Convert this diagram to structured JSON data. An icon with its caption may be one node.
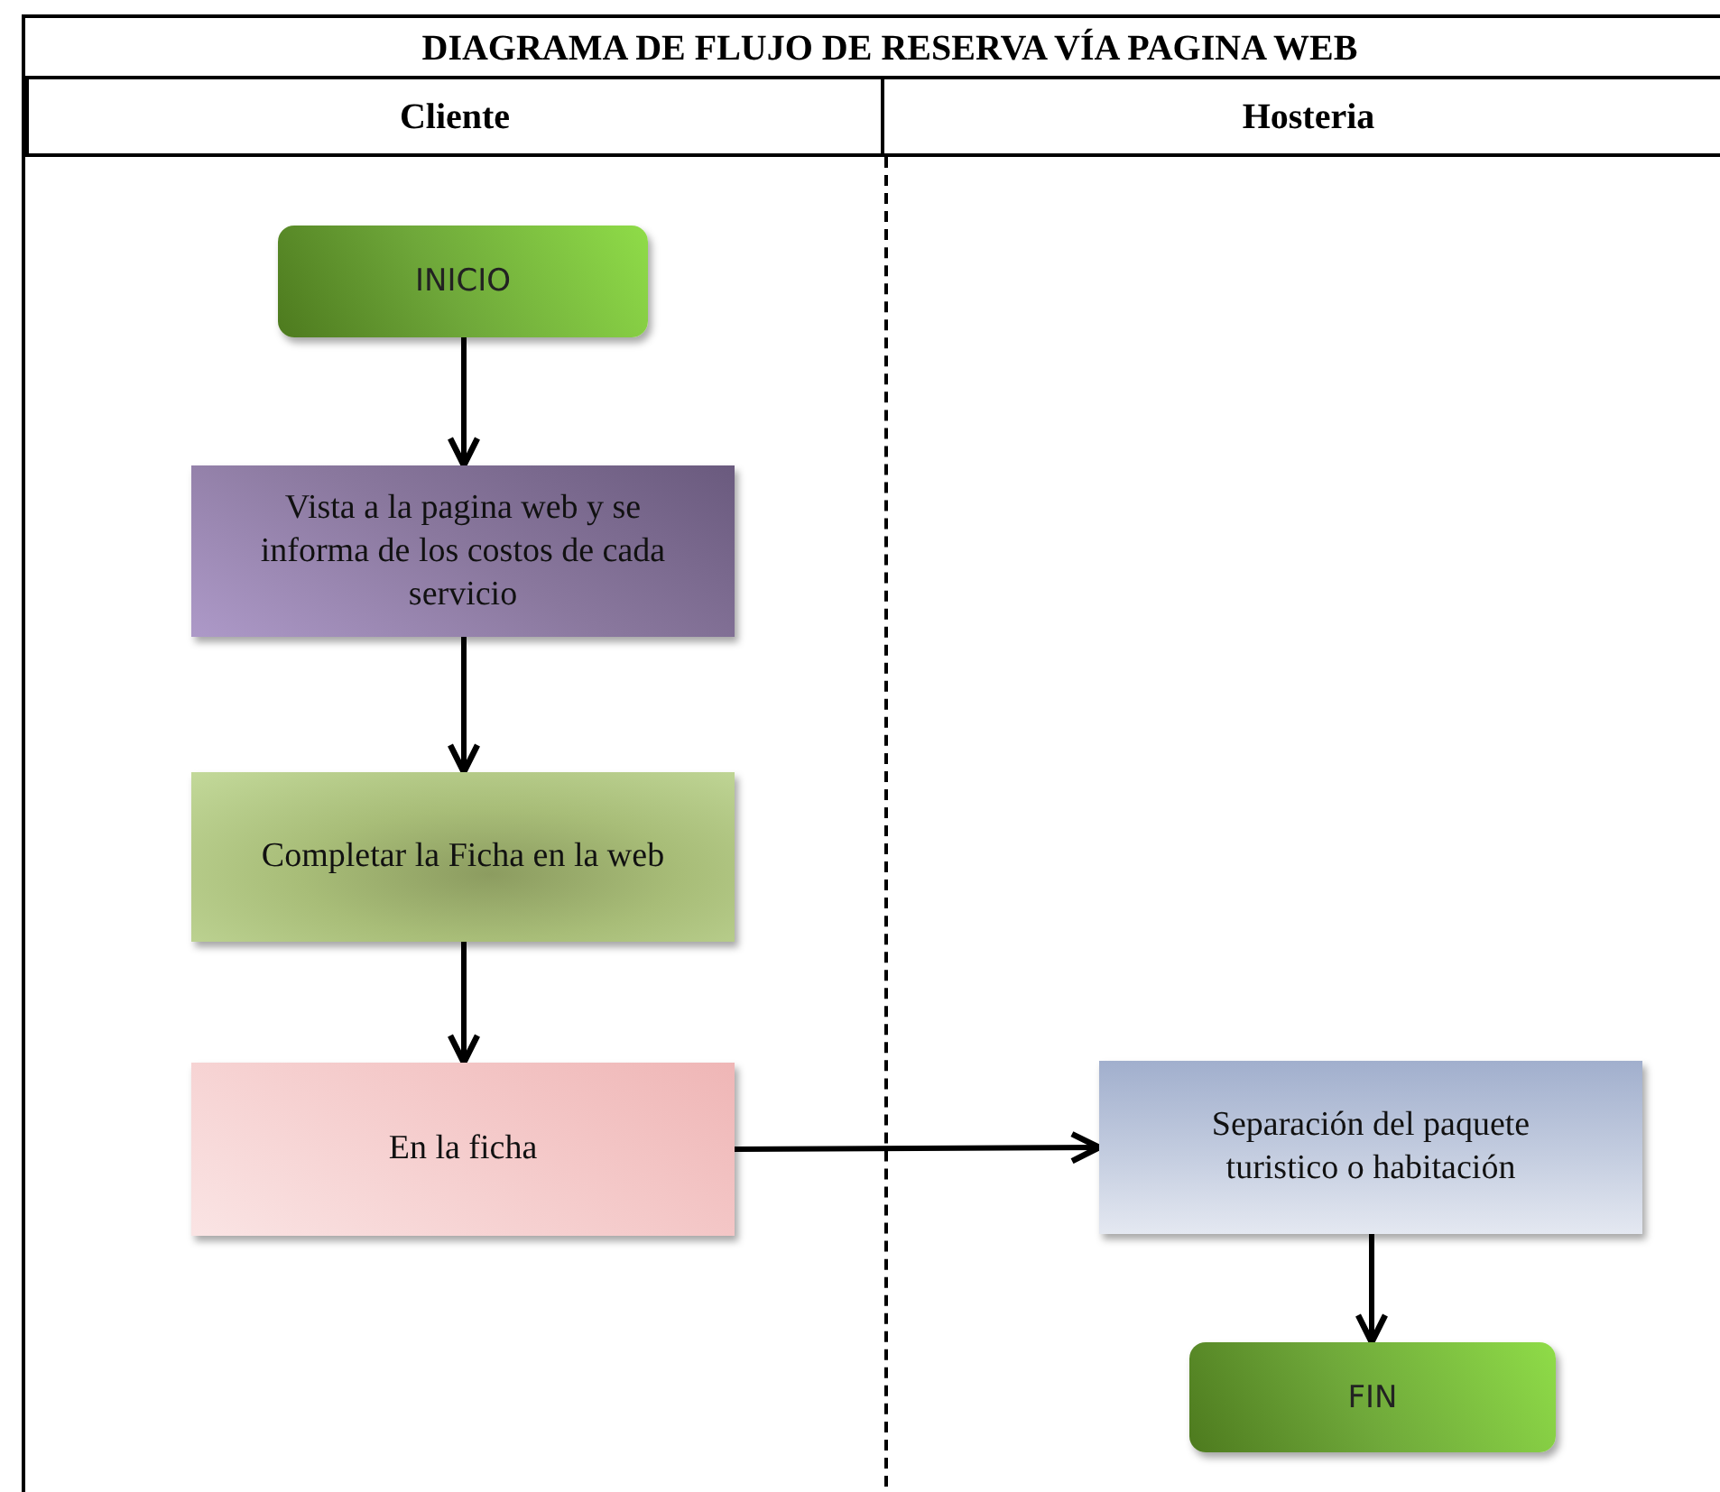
{
  "diagram": {
    "title": "DIAGRAMA DE FLUJO DE RESERVA VÍA PAGINA WEB",
    "nodes": [
      {
        "text": [
          "Cliente"
        ]
      },
      {
        "text": [
          "Hosteria"
        ]
      },
      {
        "text": [
          "INICIO"
        ],
        "in": 0
      },
      {
        "text": [
          "Vista a la pagina web y se informa de los costos de cada servicio"
        ],
        "in": 0
      },
      {
        "text": [
          "Completar la Ficha en la web"
        ],
        "in": 0
      },
      {
        "text": [
          "En la ficha"
        ],
        "in": 0
      },
      {
        "text": [
          "Separación del paquete turistico o habitación"
        ],
        "in": 1
      },
      {
        "text": [
          "FIN"
        ],
        "in": 1
      }
    ],
    "edges": [
      {
        "from": 2,
        "to": 3,
        "arrow": "to"
      },
      {
        "from": 3,
        "to": 4,
        "arrow": "to"
      },
      {
        "from": 4,
        "to": 5,
        "arrow": "to"
      },
      {
        "from": 5,
        "to": 6,
        "arrow": "to"
      },
      {
        "from": 6,
        "to": 7,
        "arrow": "to"
      }
    ]
  }
}
